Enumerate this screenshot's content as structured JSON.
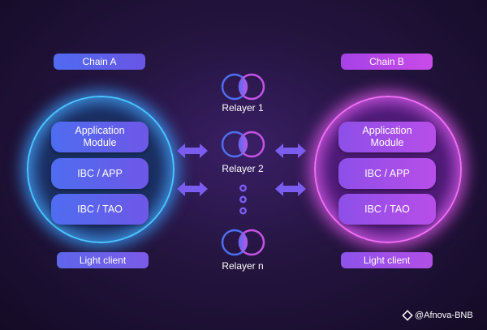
{
  "chain_a": {
    "title": "Chain A",
    "modules": [
      "Application\nModule",
      "IBC / APP",
      "IBC / TAO"
    ],
    "light_client": "Light client"
  },
  "chain_b": {
    "title": "Chain B",
    "modules": [
      "Application\nModule",
      "IBC / APP",
      "IBC / TAO"
    ],
    "light_client": "Light client"
  },
  "relayers": [
    "Relayer 1",
    "Relayer 2",
    "Relayer n"
  ],
  "watermark": "@Afnova-BNB",
  "colors": {
    "chain_a_glow": "#3fa9ff",
    "chain_b_glow": "#e05ef0",
    "arrow": "#7a5cf0",
    "relayer_left": "#4d6ff0",
    "relayer_right": "#c653e8"
  }
}
